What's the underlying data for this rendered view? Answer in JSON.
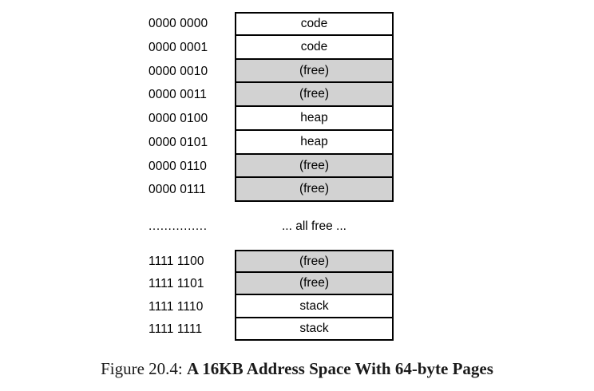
{
  "figure": {
    "caption_prefix": "Figure 20.4:",
    "caption_title": "A 16KB Address Space With 64-byte Pages",
    "colors": {
      "free_fill": "#d2d2d2",
      "used_fill": "#ffffff",
      "border": "#000000",
      "text": "#000000"
    },
    "upper_rows": [
      {
        "address": "0000 0000",
        "content": "code",
        "state": "used"
      },
      {
        "address": "0000 0001",
        "content": "code",
        "state": "used"
      },
      {
        "address": "0000 0010",
        "content": "(free)",
        "state": "free"
      },
      {
        "address": "0000 0011",
        "content": "(free)",
        "state": "free"
      },
      {
        "address": "0000 0100",
        "content": "heap",
        "state": "used"
      },
      {
        "address": "0000 0101",
        "content": "heap",
        "state": "used"
      },
      {
        "address": "0000 0110",
        "content": "(free)",
        "state": "free"
      },
      {
        "address": "0000 0111",
        "content": "(free)",
        "state": "free"
      }
    ],
    "elision": {
      "address_dots": "...............",
      "content": "... all free ..."
    },
    "lower_rows": [
      {
        "address": "1111 1100",
        "content": "(free)",
        "state": "free"
      },
      {
        "address": "1111 1101",
        "content": "(free)",
        "state": "free"
      },
      {
        "address": "1111 1110",
        "content": "stack",
        "state": "used"
      },
      {
        "address": "1111 1111",
        "content": "stack",
        "state": "used"
      }
    ]
  }
}
